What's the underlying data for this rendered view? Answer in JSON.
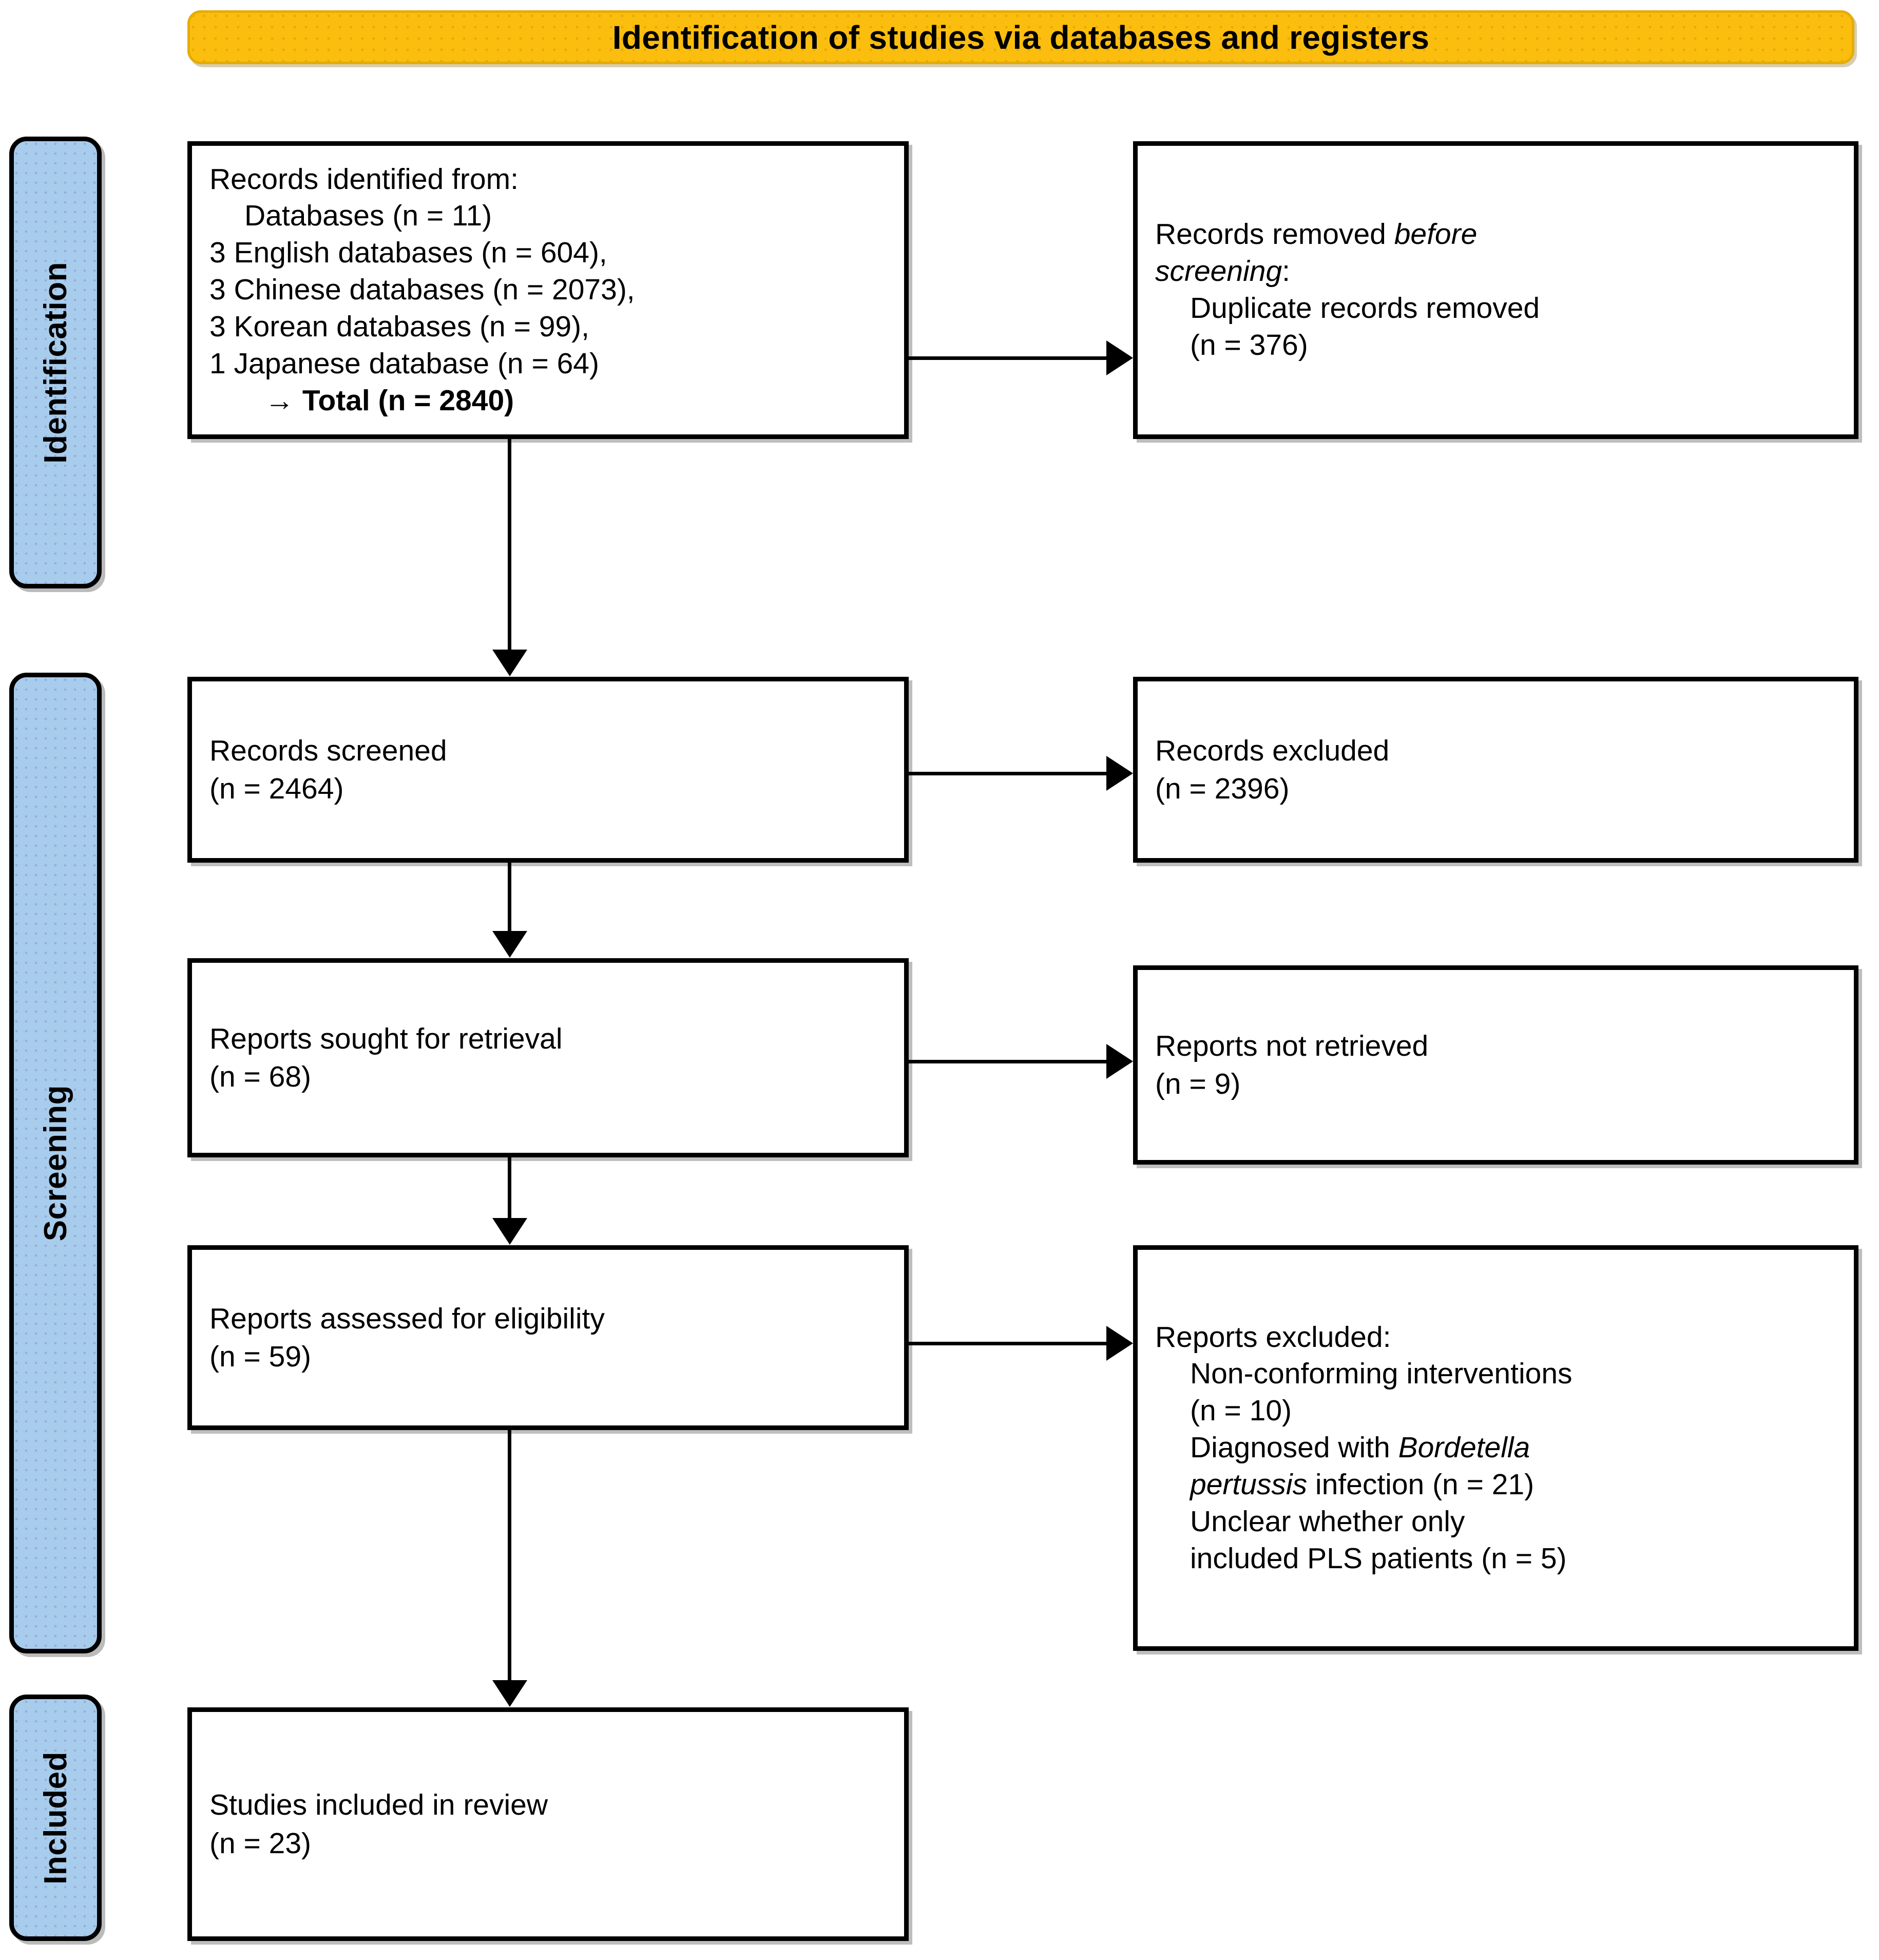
{
  "banner": {
    "title": "Identification of studies via databases and registers"
  },
  "stages": [
    {
      "key": "identification",
      "label": "Identification"
    },
    {
      "key": "screening",
      "label": "Screening"
    },
    {
      "key": "included",
      "label": "Included"
    }
  ],
  "boxes": {
    "identified": {
      "line1": "Records identified from:",
      "line2": "Databases (n = 11)",
      "line3": "3 English databases (n = 604),",
      "line4": "3 Chinese databases (n = 2073),",
      "line5": "3 Korean databases (n = 99),",
      "line6": "1 Japanese database (n = 64)",
      "line7": "→ Total (n = 2840)"
    },
    "removed": {
      "line1_a": "Records removed ",
      "line1_b": "before",
      "line2_a": "screening",
      "line2_b": ":",
      "line3": "Duplicate records removed",
      "line4": "(n = 376)"
    },
    "screened": {
      "line1": "Records screened",
      "line2": "(n = 2464)"
    },
    "excluded": {
      "line1": "Records excluded",
      "line2": "(n = 2396)"
    },
    "sought": {
      "line1": "Reports sought for retrieval",
      "line2": "(n = 68)"
    },
    "not_retrieved": {
      "line1": "Reports not retrieved",
      "line2": "(n = 9)"
    },
    "assessed": {
      "line1": "Reports assessed for eligibility",
      "line2": "(n = 59)"
    },
    "reports_excluded": {
      "line1": "Reports excluded:",
      "line2": "Non-conforming interventions",
      "line3": "(n = 10)",
      "line4_a": "Diagnosed with ",
      "line4_b": "Bordetella",
      "line5_a": "pertussis",
      "line5_b": " infection (n = 21)",
      "line6": "Unclear whether only",
      "line7": "included PLS patients (n = 5)"
    },
    "included": {
      "line1": "Studies included in review",
      "line2": "(n = 23)"
    }
  },
  "colors": {
    "banner_fill": "#FBBE0E",
    "stage_fill": "#A8CCEC",
    "stroke": "#000000",
    "box_fill": "#FFFFFF"
  }
}
